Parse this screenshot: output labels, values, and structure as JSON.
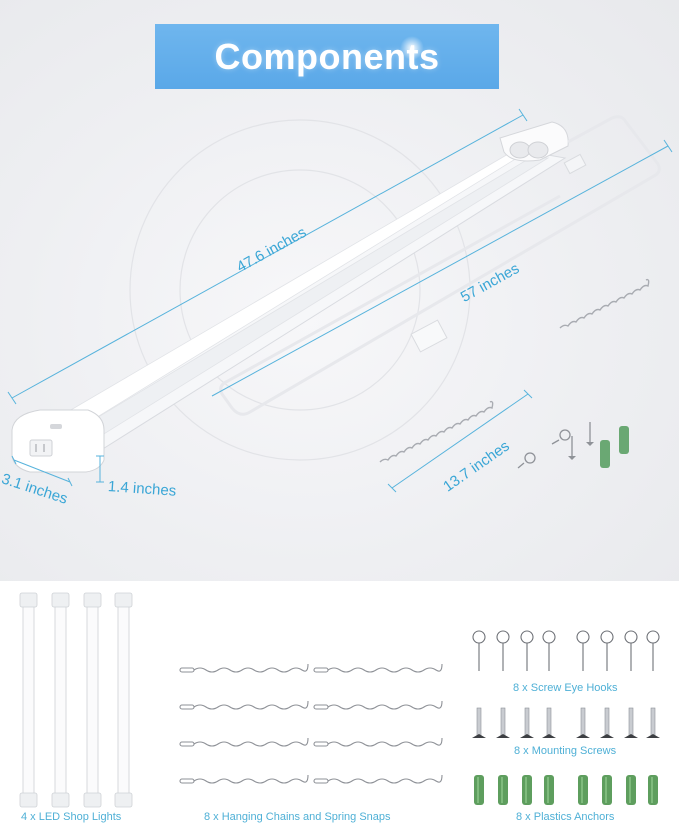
{
  "banner": {
    "title": "Components",
    "background_color": "#5aa8e8",
    "text_color": "#ffffff"
  },
  "diagram": {
    "dimensions": {
      "length": "47.6 inches",
      "cord_length": "57 inches",
      "chain_length": "13.7 inches",
      "width": "3.1 inches",
      "height": "1.4 inches"
    },
    "dimension_color": "#3aa6d6"
  },
  "components": [
    {
      "quantity": 4,
      "label": "4 x LED Shop Lights",
      "icon": "led-tube-light"
    },
    {
      "quantity": 8,
      "label": "8 x Hanging Chains and Spring Snaps",
      "icon": "hanging-chain"
    },
    {
      "quantity": 8,
      "label": "8 x Screw Eye Hooks",
      "icon": "screw-eye-hook"
    },
    {
      "quantity": 8,
      "label": "8 x Mounting Screws",
      "icon": "mounting-screw"
    },
    {
      "quantity": 8,
      "label": "8 x Plastics Anchors",
      "icon": "plastic-anchor",
      "color": "#5e9e5e"
    }
  ],
  "caption_color": "#4fb0d6"
}
